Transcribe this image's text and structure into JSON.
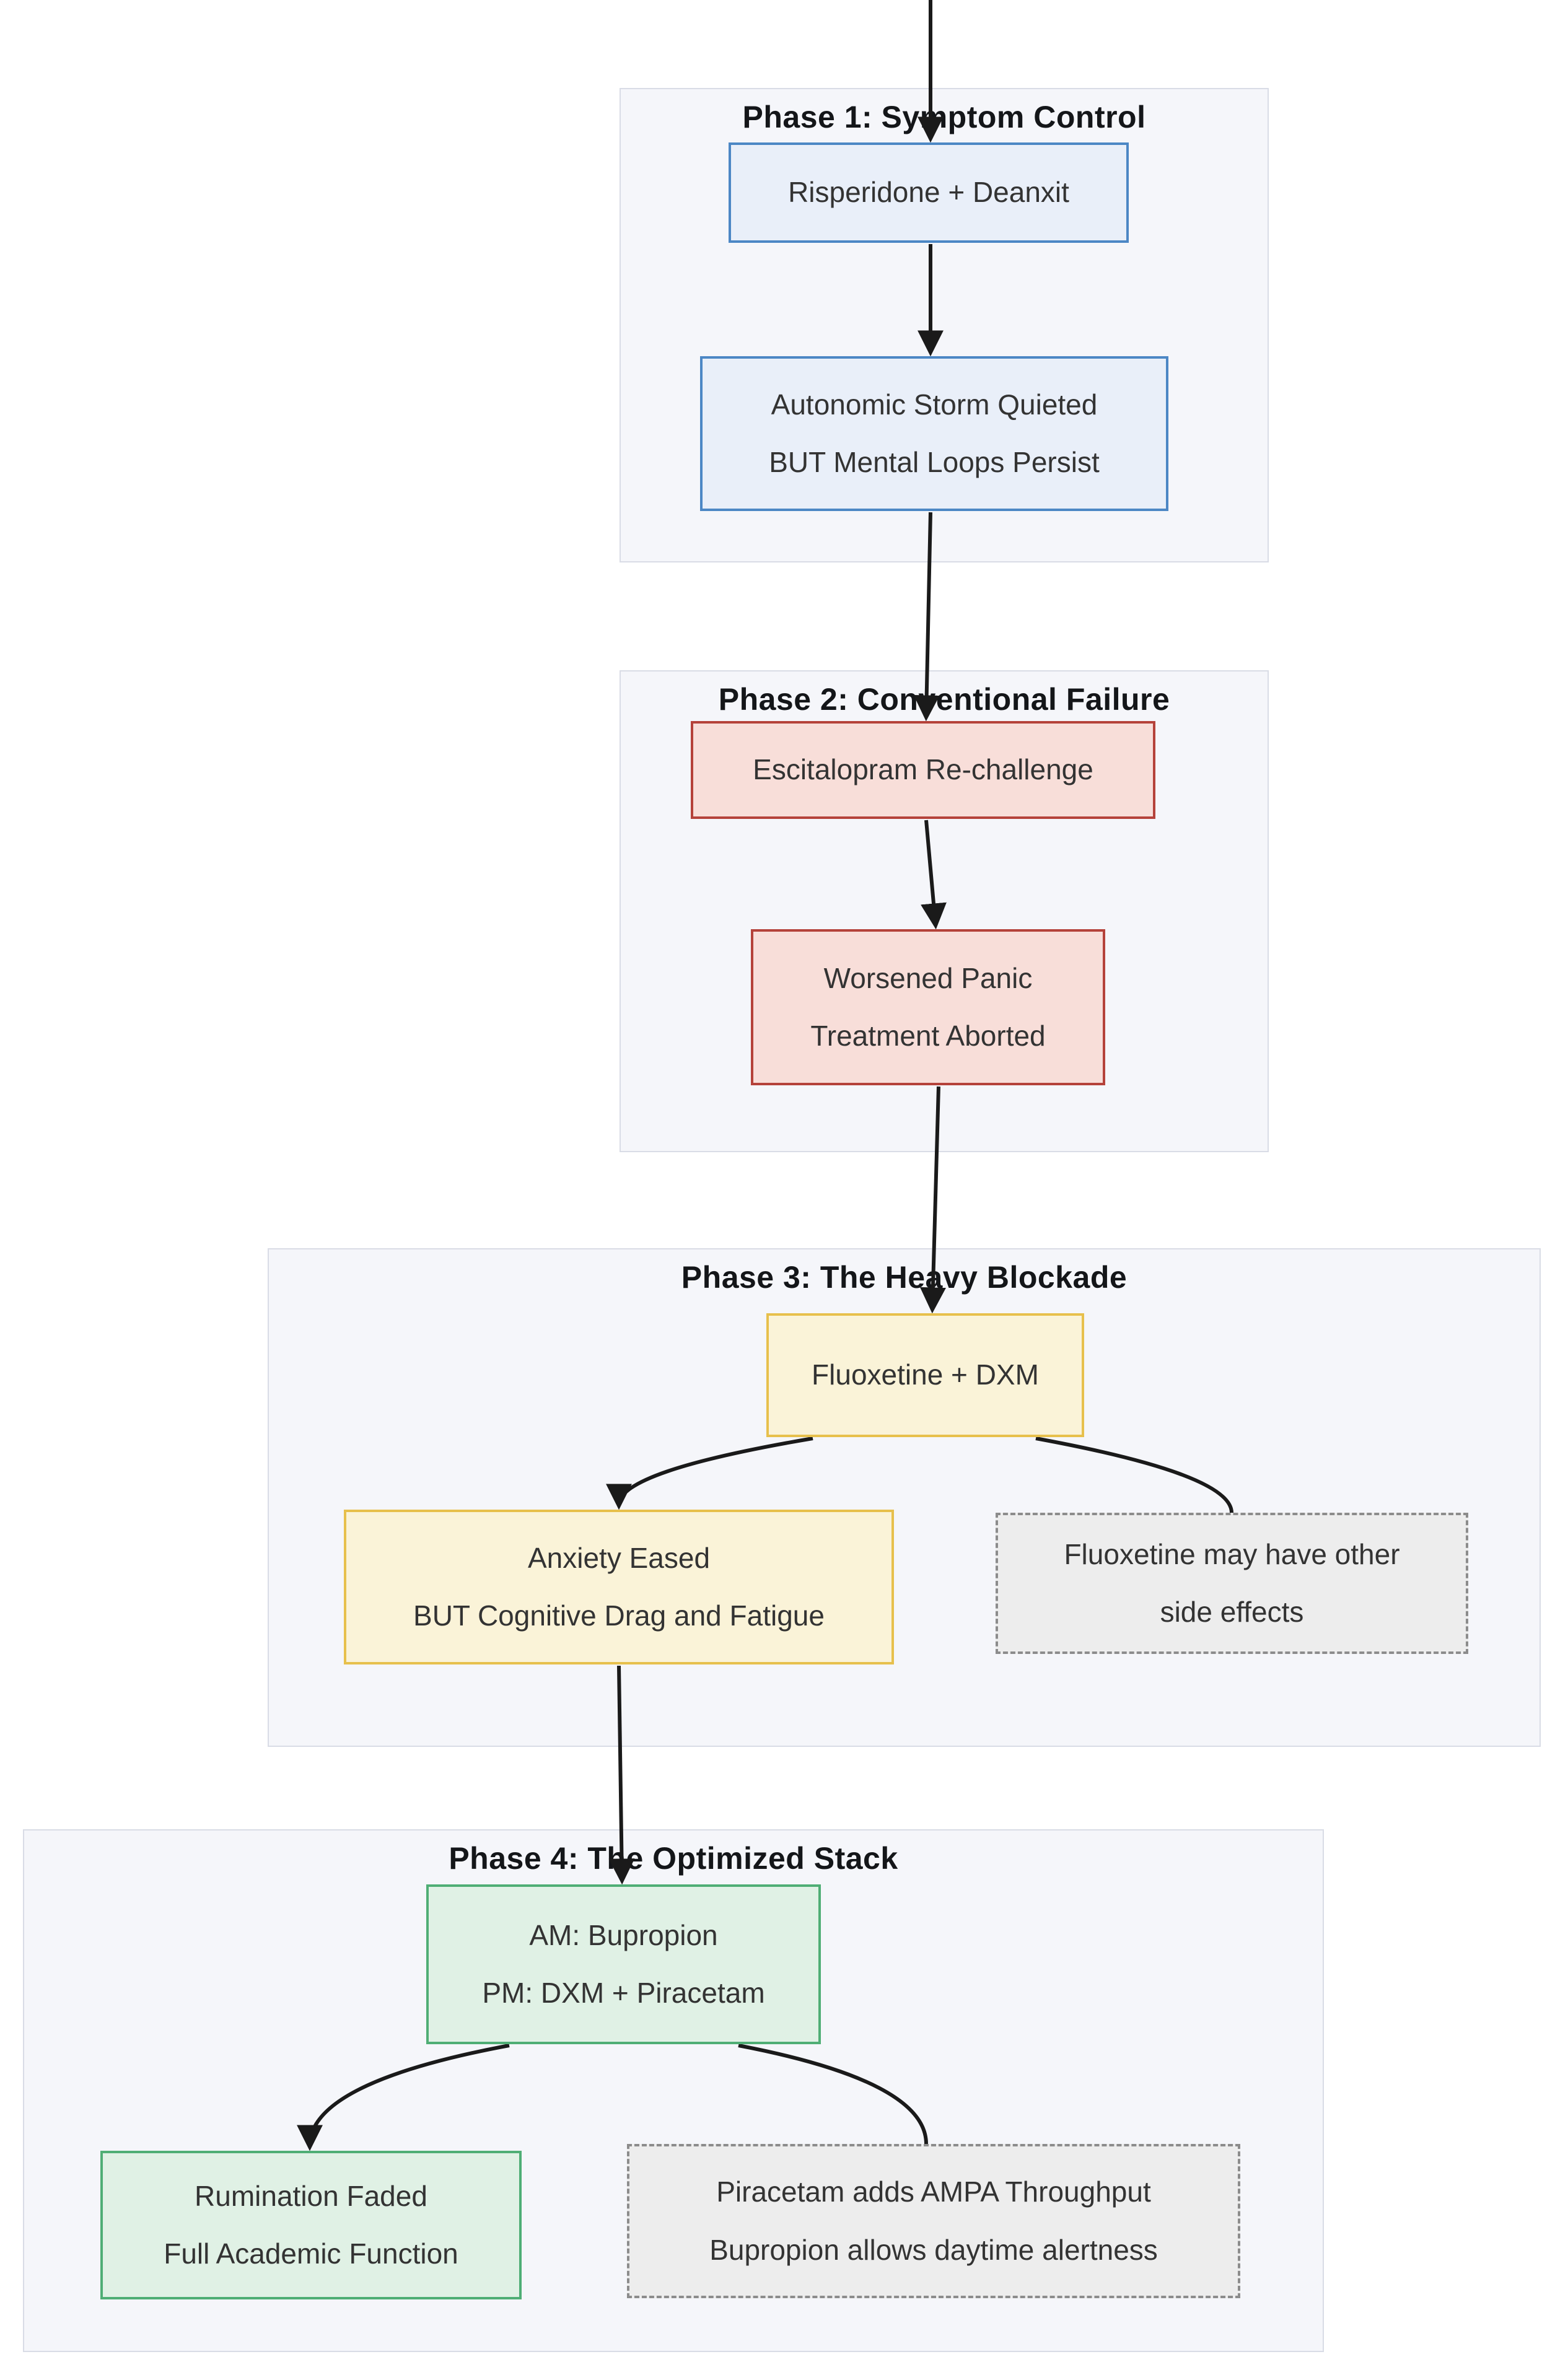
{
  "diagram": {
    "type": "flowchart-top-down",
    "background": "#ffffff",
    "phases": [
      {
        "title": "Phase 1: Symptom Control",
        "nodes": [
          {
            "id": "A",
            "style": "blue",
            "lines": [
              "Risperidone + Deanxit"
            ]
          },
          {
            "id": "B",
            "style": "blue",
            "lines": [
              "Autonomic Storm Quieted",
              "BUT Mental Loops Persist"
            ]
          }
        ]
      },
      {
        "title": "Phase 2: Conventional Failure",
        "nodes": [
          {
            "id": "C",
            "style": "red",
            "lines": [
              "Escitalopram Re-challenge"
            ]
          },
          {
            "id": "D",
            "style": "red",
            "lines": [
              "Worsened Panic",
              "Treatment Aborted"
            ]
          }
        ]
      },
      {
        "title": "Phase 3: The Heavy Blockade",
        "nodes": [
          {
            "id": "E",
            "style": "yellow",
            "lines": [
              "Fluoxetine + DXM"
            ]
          },
          {
            "id": "F",
            "style": "yellow",
            "lines": [
              "Anxiety Eased",
              "BUT Cognitive Drag and Fatigue"
            ]
          },
          {
            "id": "N1",
            "style": "note",
            "lines": [
              "Fluoxetine may have other",
              "side effects"
            ]
          }
        ]
      },
      {
        "title": "Phase 4: The Optimized Stack",
        "nodes": [
          {
            "id": "G",
            "style": "green",
            "lines": [
              "AM: Bupropion",
              "PM: DXM + Piracetam"
            ]
          },
          {
            "id": "H",
            "style": "green",
            "lines": [
              "Rumination Faded",
              "Full Academic Function"
            ]
          },
          {
            "id": "N2",
            "style": "note",
            "lines": [
              "Piracetam adds AMPA Throughput",
              "Bupropion allows daytime alertness"
            ]
          }
        ]
      }
    ],
    "edges": [
      {
        "from": "top",
        "to": "A",
        "arrow": true
      },
      {
        "from": "A",
        "to": "B",
        "arrow": true
      },
      {
        "from": "B",
        "to": "C",
        "arrow": true
      },
      {
        "from": "C",
        "to": "D",
        "arrow": true
      },
      {
        "from": "D",
        "to": "E",
        "arrow": true
      },
      {
        "from": "E",
        "to": "F",
        "arrow": true
      },
      {
        "from": "E",
        "to": "N1",
        "arrow": false
      },
      {
        "from": "F",
        "to": "G",
        "arrow": true
      },
      {
        "from": "G",
        "to": "H",
        "arrow": true
      },
      {
        "from": "G",
        "to": "N2",
        "arrow": false
      }
    ],
    "colors": {
      "edge": "#1a1a1a",
      "title_text": "#141619",
      "node_text": "#333333",
      "container_fill": "#f5f6fa",
      "container_border": "#d9dce6",
      "blue_fill": "#e9eff9",
      "blue_border": "#4c87c5",
      "red_fill": "#f8ded9",
      "red_border": "#b5423a",
      "yellow_fill": "#faf3d8",
      "yellow_border": "#e7c04c",
      "green_fill": "#e0f1e5",
      "green_border": "#4fae75",
      "note_fill": "#ededed",
      "note_border": "#8c8c8c"
    }
  }
}
